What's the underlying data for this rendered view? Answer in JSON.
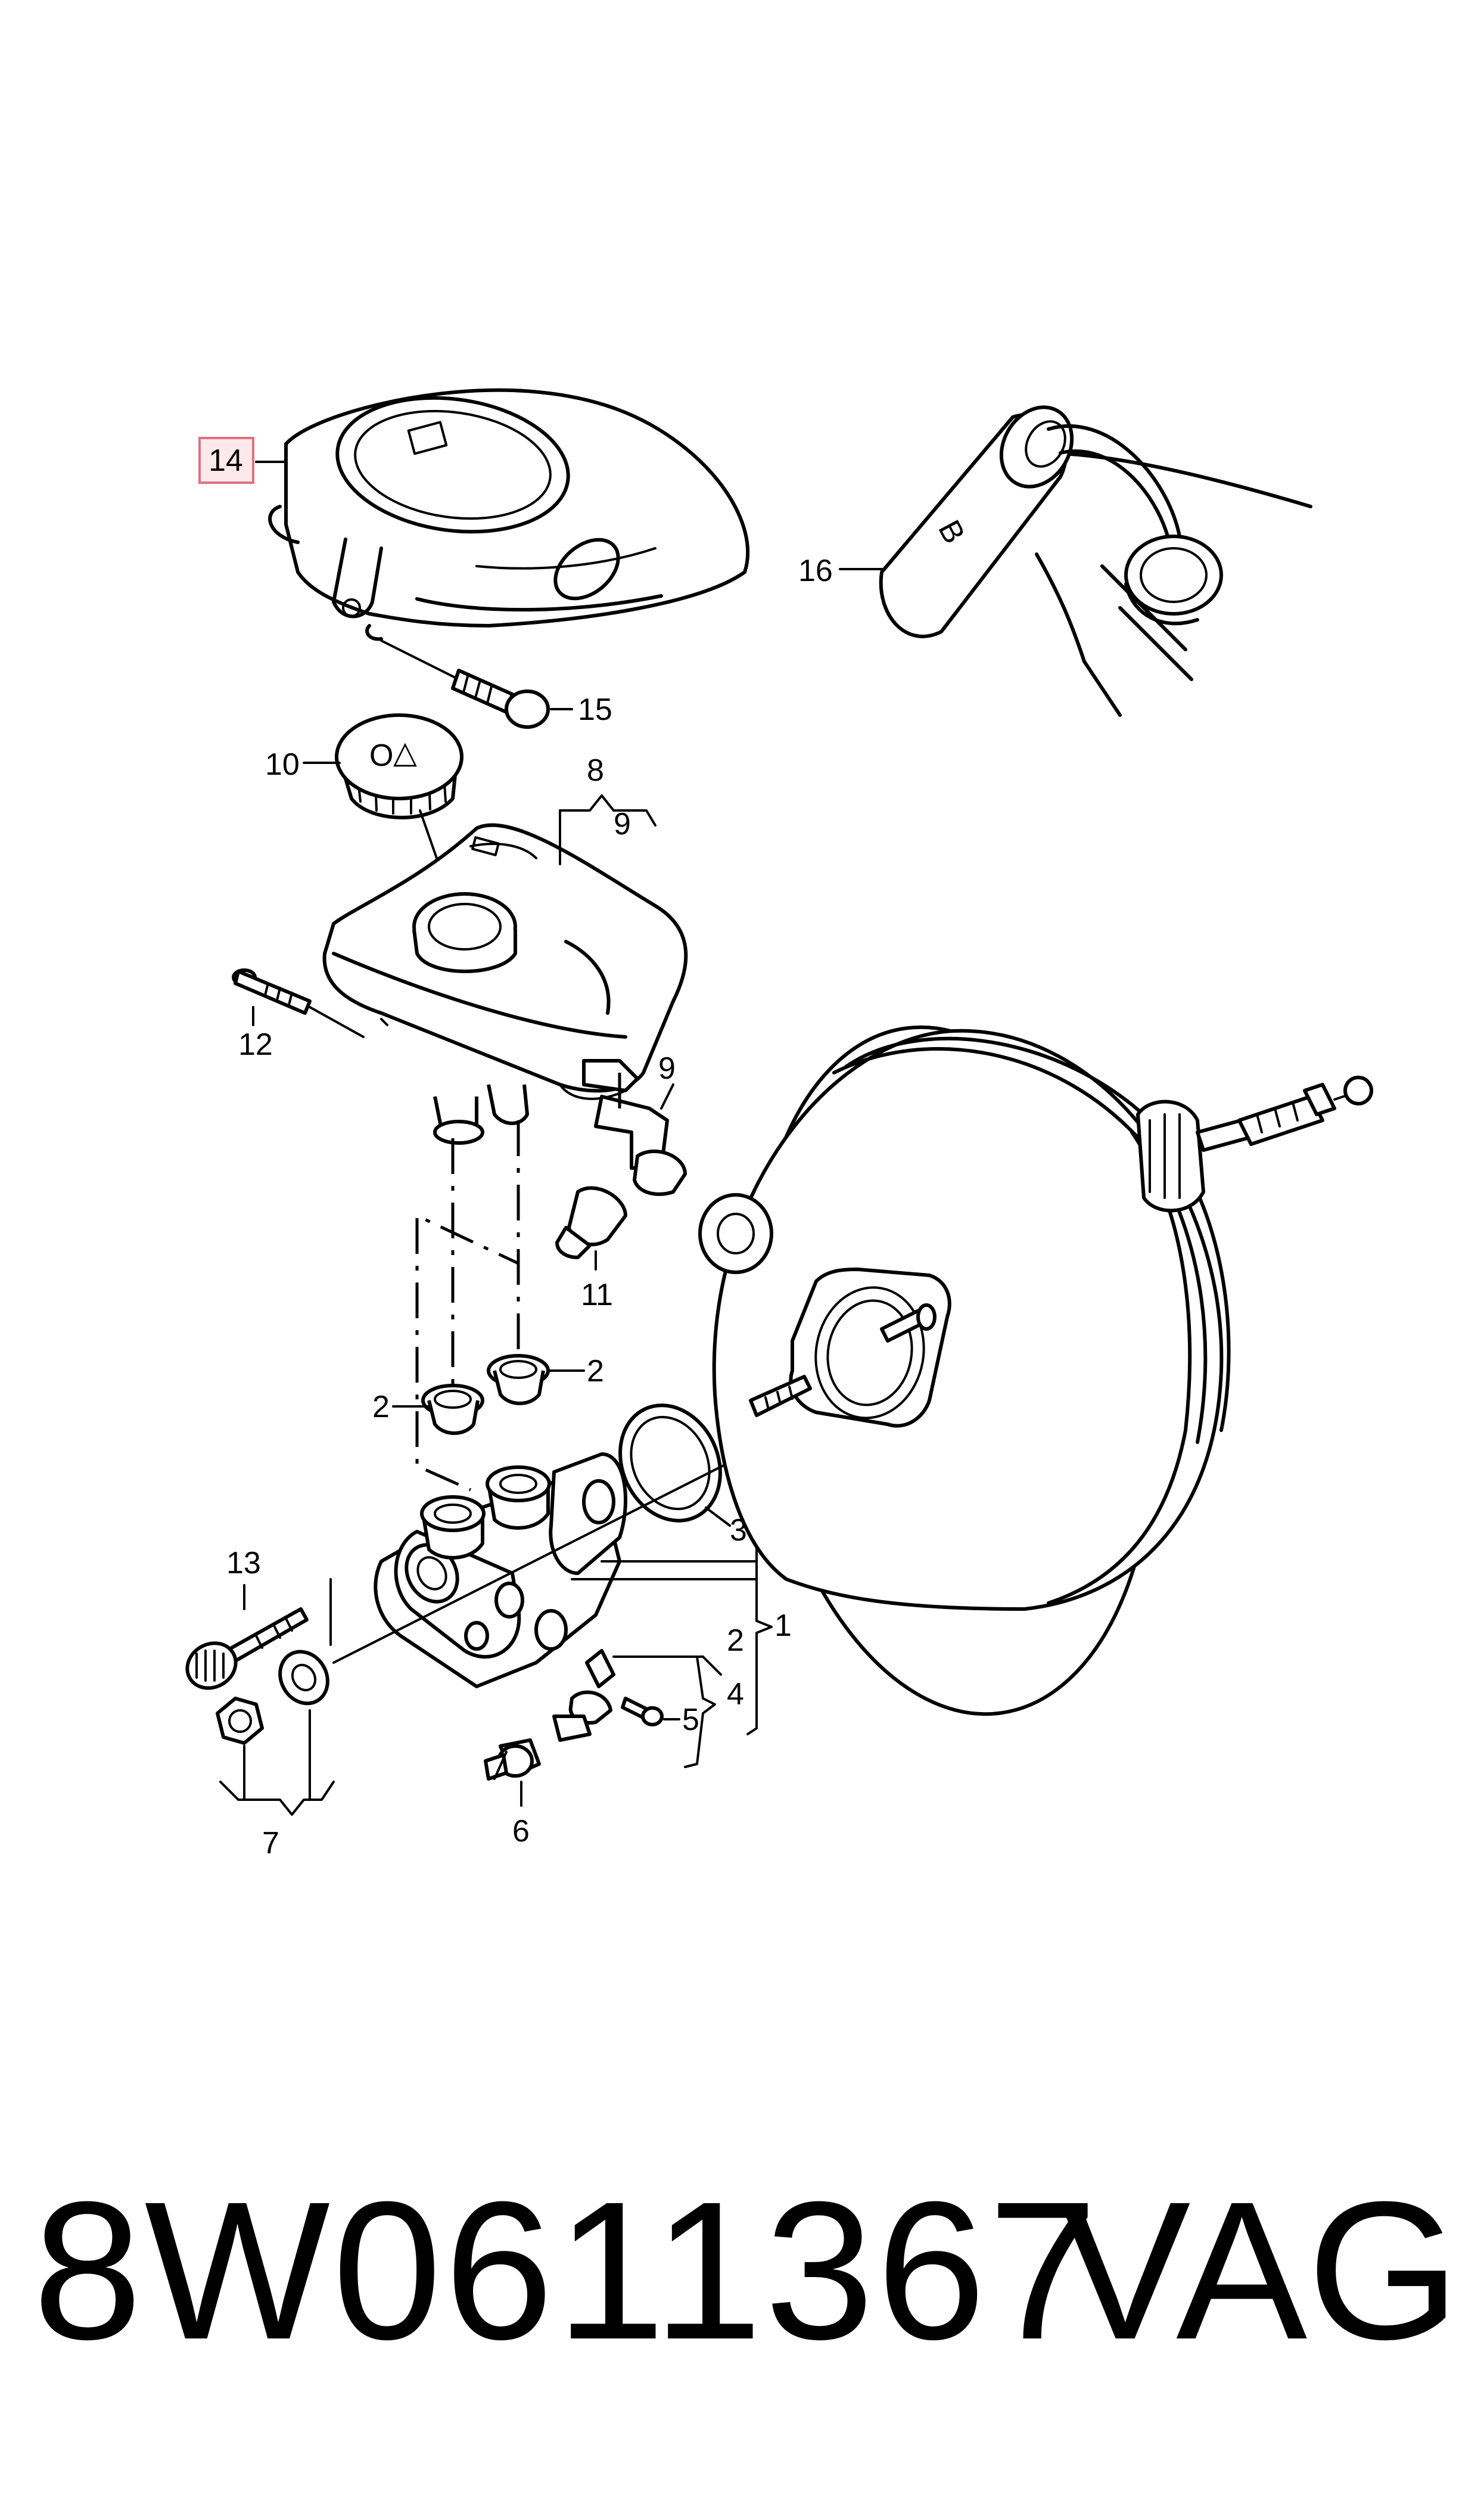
{
  "callouts": {
    "c1": "1",
    "c2a": "2",
    "c2b": "2",
    "c2c": "2",
    "c3": "3",
    "c4": "4",
    "c5": "5",
    "c6": "6",
    "c7": "7",
    "c8": "8",
    "c9a": "9",
    "c9b": "9",
    "c10": "10",
    "c11": "11",
    "c12": "12",
    "c13": "13",
    "c14": "14",
    "c15": "15",
    "c16": "16"
  },
  "highlighted_callout": "14",
  "part_number": "8W0611367",
  "brand": "VAG",
  "colors": {
    "highlight_fill": "#fde8ec",
    "highlight_border": "#e0707f",
    "line": "#000000"
  }
}
